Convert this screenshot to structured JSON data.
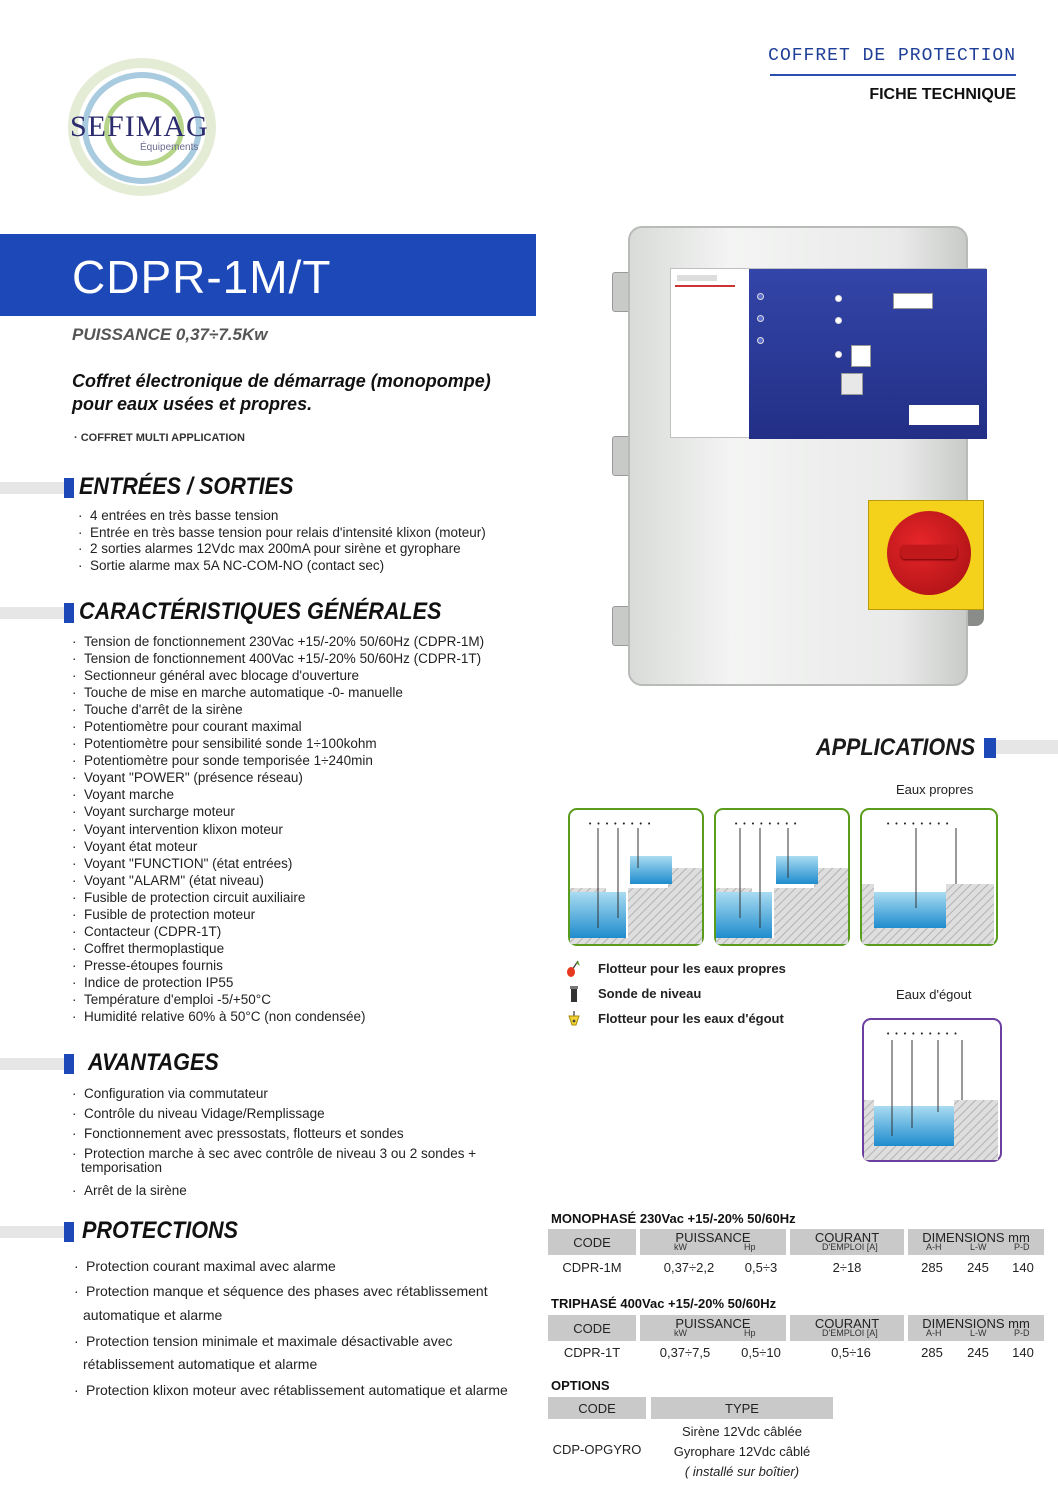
{
  "header": {
    "logo_name": "SEFIMAG",
    "logo_sub": "Équipements",
    "doc_type": "COFFRET DE PROTECTION",
    "sheet_label": "FICHE TECHNIQUE"
  },
  "product": {
    "title": "CDPR-1M/T",
    "power": "PUISSANCE 0,37÷7.5Kw",
    "description_1": "Coffret électronique de démarrage (monopompe)",
    "description_2": "pour eaux usées et propres.",
    "multi": "· COFFRET MULTI APPLICATION"
  },
  "sections": {
    "io": {
      "title": "ENTRÉES / SORTIES",
      "items": [
        "4 entrées en très basse tension",
        "Entrée en très basse tension pour relais d'intensité klixon (moteur)",
        "2 sorties alarmes 12Vdc max 200mA pour sirène et gyrophare",
        "Sortie alarme max 5A NC-COM-NO (contact sec)"
      ]
    },
    "general": {
      "title": "CARACTÉRISTIQUES GÉNÉRALES",
      "items": [
        "Tension de fonctionnement 230Vac +15/-20% 50/60Hz (CDPR-1M)",
        "Tension de fonctionnement 400Vac +15/-20% 50/60Hz (CDPR-1T)",
        "Sectionneur général avec blocage d'ouverture",
        "Touche de mise en marche automatique -0- manuelle",
        "Touche d'arrêt de la sirène",
        "Potentiomètre pour courant maximal",
        "Potentiomètre pour sensibilité sonde 1÷100kohm",
        "Potentiomètre pour sonde temporisée 1÷240min",
        "Voyant  \"POWER\" (présence réseau)",
        "Voyant  marche",
        "Voyant  surcharge moteur",
        "Voyant  intervention klixon moteur",
        "Voyant  état moteur",
        "Voyant  \"FUNCTION\" (état entrées)",
        "Voyant  \"ALARM\" (état niveau)",
        "Fusible de protection circuit  auxiliaire",
        "Fusible de protection moteur",
        "Contacteur (CDPR-1T)",
        "Coffret thermoplastique",
        "Presse-étoupes fournis",
        "Indice de protection IP55",
        "Température d'emploi -5/+50°C",
        "Humidité relative 60% à 50°C (non condensée)"
      ]
    },
    "advantages": {
      "title": "AVANTAGES",
      "items": [
        "Configuration via commutateur",
        "Contrôle du niveau Vidage/Remplissage",
        "Fonctionnement avec pressostats, flotteurs et sondes",
        "Protection marche à sec avec contrôle de niveau 3 ou 2 sondes +",
        "Arrêt de la sirène"
      ],
      "continuation": "temporisation"
    },
    "protections": {
      "title": "PROTECTIONS",
      "items": [
        "Protection courant maximal avec alarme",
        "Protection manque et séquence des phases avec rétablissement",
        "Protection tension minimale et maximale désactivable avec",
        "Protection klixon moteur avec rétablissement automatique et alarme"
      ],
      "continuations": [
        "automatique et alarme",
        "rétablissement automatique et alarme"
      ]
    }
  },
  "applications": {
    "title": "APPLICATIONS",
    "clean_label": "Eaux propres",
    "sewage_label": "Eaux d'égout",
    "legend": [
      {
        "icon": "float-clean-icon",
        "label": "Flotteur pour les eaux propres"
      },
      {
        "icon": "level-probe-icon",
        "label": "Sonde de niveau"
      },
      {
        "icon": "float-sewage-icon",
        "label": "Flotteur pour les eaux d'égout"
      }
    ]
  },
  "tables": {
    "headers": {
      "code": "CODE",
      "power": "PUISSANCE",
      "kw": "kW",
      "hp": "Hp",
      "current": "COURANT",
      "current_sub": "D'EMPLOI [A]",
      "dims": "DIMENSIONS mm",
      "ah": "A-H",
      "lw": "L-W",
      "pd": "P-D",
      "type": "TYPE"
    },
    "mono": {
      "caption": "MONOPHASÉ 230Vac +15/-20% 50/60Hz",
      "row": {
        "code": "CDPR-1M",
        "kw": "0,37÷2,2",
        "hp": "0,5÷3",
        "current": "2÷18",
        "ah": "285",
        "lw": "245",
        "pd": "140"
      }
    },
    "tri": {
      "caption": "TRIPHASÉ 400Vac +15/-20% 50/60Hz",
      "row": {
        "code": "CDPR-1T",
        "kw": "0,37÷7,5",
        "hp": "0,5÷10",
        "current": "0,5÷16",
        "ah": "285",
        "lw": "245",
        "pd": "140"
      }
    },
    "options": {
      "caption": "OPTIONS",
      "row": {
        "code": "CDP-OPGYRO",
        "type_1": "Sirène 12Vdc câblée",
        "type_2": "Gyrophare 12Vdc câblé",
        "type_3": "( installé sur boîtier)"
      }
    }
  },
  "colors": {
    "brand_blue": "#1d48b8",
    "header_gray": "#c9c9c9",
    "switch_yellow": "#f4d21b",
    "switch_red": "#d11a1e"
  }
}
